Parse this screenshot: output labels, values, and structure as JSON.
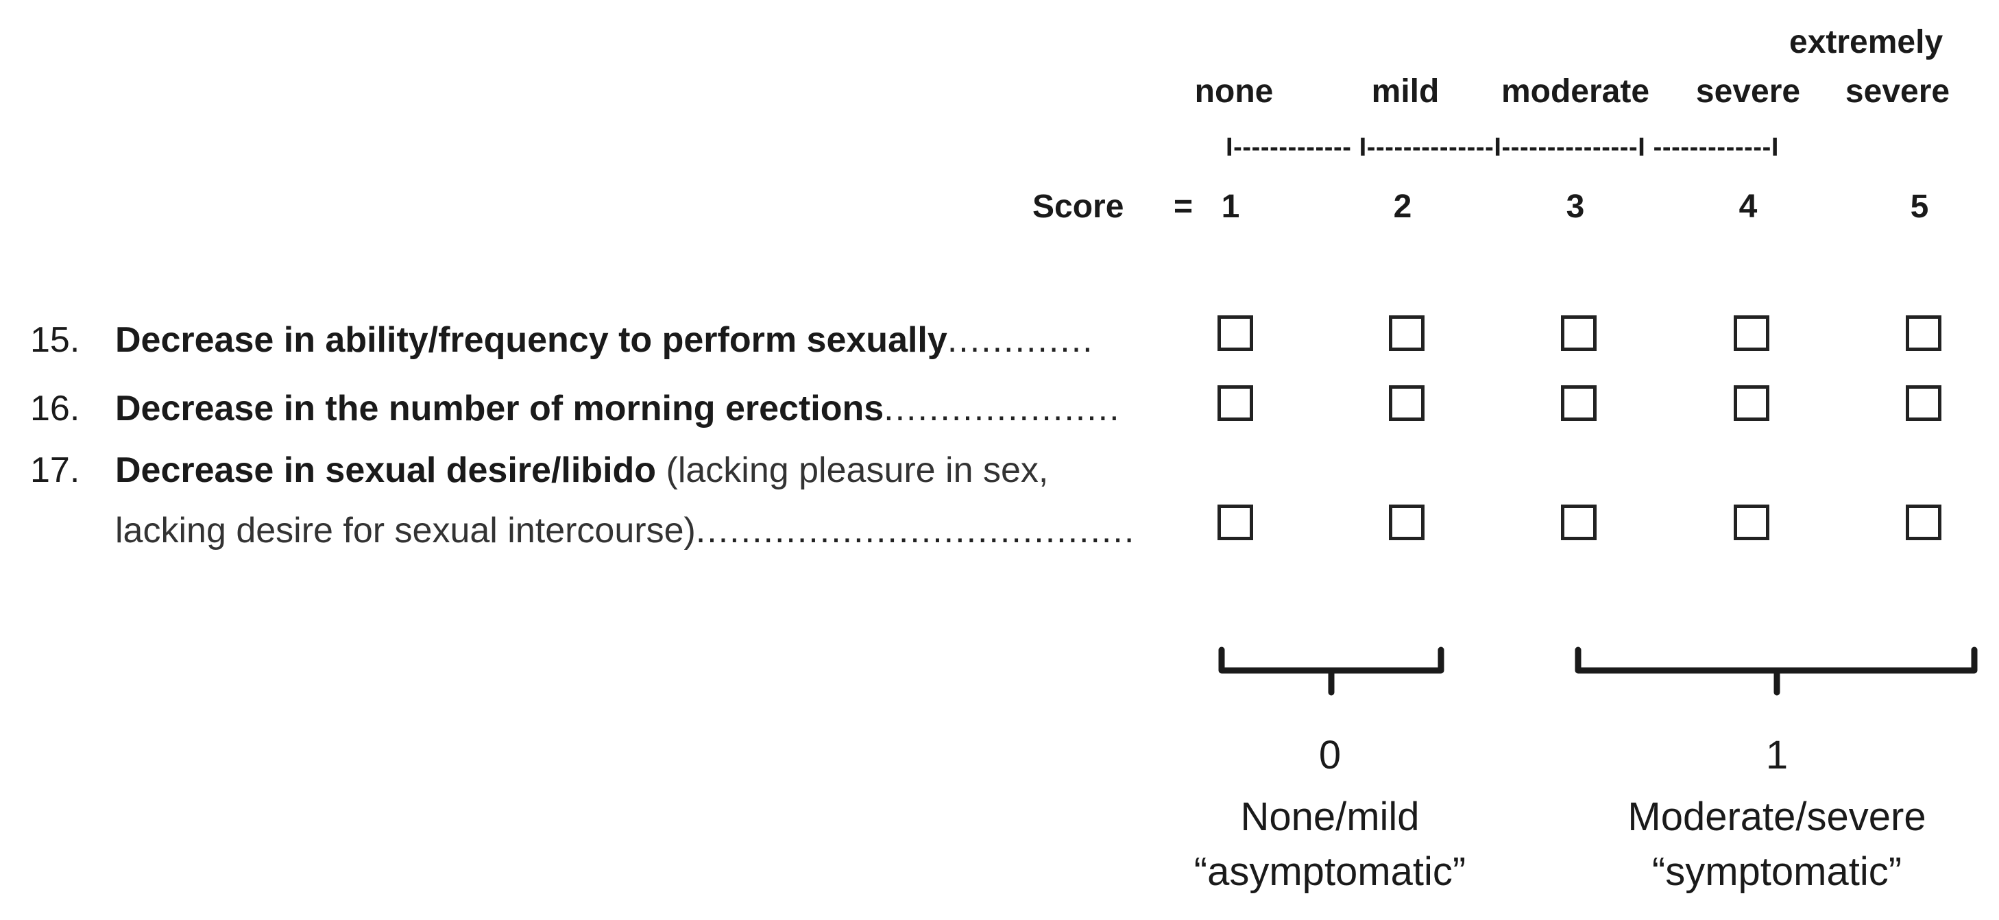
{
  "scale": {
    "labels": {
      "extremely": "extremely",
      "none": "none",
      "mild": "mild",
      "moderate": "moderate",
      "severe": "severe",
      "extremely_severe": "severe"
    },
    "ruler": "I------------- I--------------I---------------I -------------I",
    "score_label": "Score",
    "equals": "=",
    "scores": [
      "1",
      "2",
      "3",
      "4",
      "5"
    ]
  },
  "questions": [
    {
      "number": "15.",
      "bold": "Decrease in ability/frequency to perform sexually",
      "leader": "............."
    },
    {
      "number": "16.",
      "bold": "Decrease in the number of morning erections",
      "leader": "....................."
    },
    {
      "number": "17.",
      "bold": "Decrease in sexual desire/libido",
      "normal": "(lacking pleasure in sex,",
      "line2": "lacking desire for sexual intercourse)",
      "leader": "......................................."
    }
  ],
  "groups": [
    {
      "value": "0",
      "label": "None/mild",
      "sublabel": "“asymptomatic”"
    },
    {
      "value": "1",
      "label": "Moderate/severe",
      "sublabel": "“symptomatic”"
    }
  ]
}
